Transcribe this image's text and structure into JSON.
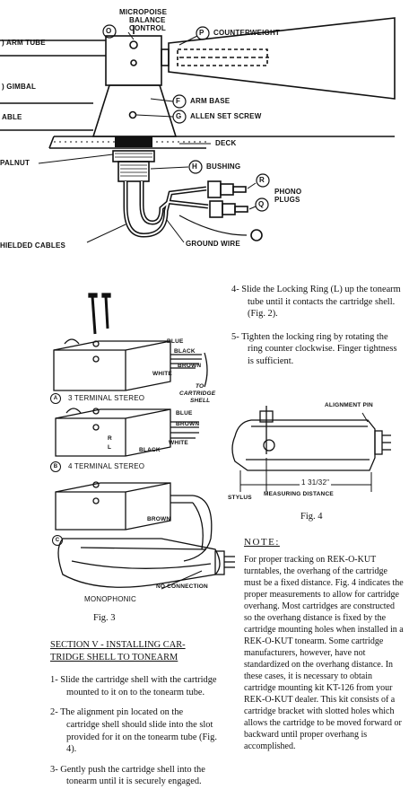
{
  "top_diagram": {
    "label_o": "O",
    "label_micropoise_1": "MICROPOISE",
    "label_micropoise_2": "BALANCE",
    "label_micropoise_3": "CONTROL",
    "label_p": "P",
    "label_counterweight": "COUNTERWEIGHT",
    "label_arm_tube": ") ARM TUBE",
    "label_gimbal": ") GIMBAL",
    "label_f": "F",
    "label_arm_base": "ARM BASE",
    "label_g": "G",
    "label_allen": "ALLEN SET SCREW",
    "label_able": "ABLE",
    "label_deck": "DECK",
    "label_palnut": "PALNUT",
    "label_h": "H",
    "label_bushing": "BUSHING",
    "label_r": "R",
    "label_q": "Q",
    "label_phono_1": "PHONO",
    "label_phono_2": "PLUGS",
    "label_shielded": "HIELDED CABLES",
    "label_ground": "GROUND WIRE"
  },
  "fig3": {
    "blue_a": "BLUE",
    "black_a": "BLACK",
    "brown_a": "BROWN",
    "white_a": "WHITE",
    "to_1": "TO",
    "to_2": "CARTRIDGE",
    "to_3": "SHELL",
    "circle_a": "A",
    "caption_a": "3 TERMINAL STEREO",
    "blue_b": "BLUE",
    "brown_b": "BROWN",
    "white_b": "WHITE",
    "black_b": "BLACK",
    "r": "R",
    "l": "L",
    "circle_b": "B",
    "caption_b": "4 TERMINAL STEREO",
    "brown_c": "BROWN",
    "circle_c": "C",
    "no_connection": "NO CONNECTION",
    "monophonic": "MONOPHONIC",
    "caption": "Fig. 3"
  },
  "fig4": {
    "alignment_pin": "ALIGNMENT PIN",
    "dimension": "1 31/32\"",
    "stylus": "STYLUS",
    "measuring": "MEASURING DISTANCE",
    "caption": "Fig. 4"
  },
  "section": {
    "heading_1": "SECTION V - INSTALLING CAR-",
    "heading_2": "TRIDGE SHELL TO TONEARM",
    "steps": [
      "1- Slide the cartridge shell with the cartridge mounted to it on to the tonearm tube.",
      "2- The alignment pin located on the cartridge shell should slide into the slot provided for it on the tonearm tube (Fig. 4).",
      "3- Gently push the cartridge shell into the tonearm until it is securely engaged."
    ]
  },
  "right_steps": [
    "4- Slide the Locking Ring (L) up the tonearm tube until it contacts the cartridge shell. (Fig. 2).",
    "5- Tighten the locking ring by rotating the ring counter clockwise. Finger tightness is sufficient."
  ],
  "note": {
    "title": "NOTE:",
    "body": "For proper tracking on REK-O-KUT turntables, the overhang of the cartridge must be a fixed distance. Fig. 4 indicates the proper measurements to allow for cartridge overhang. Most cartridges are constructed so the overhang distance is fixed by the cartridge mounting holes when installed in a REK-O-KUT tonearm. Some cartridge manufacturers, however, have not standardized on the overhang distance. In these cases, it is necessary to obtain cartridge mounting kit KT-126 from your REK-O-KUT dealer. This kit consists of a cartridge bracket with slotted holes which allows the cartridge to be moved forward or backward until proper overhang is accomplished."
  }
}
